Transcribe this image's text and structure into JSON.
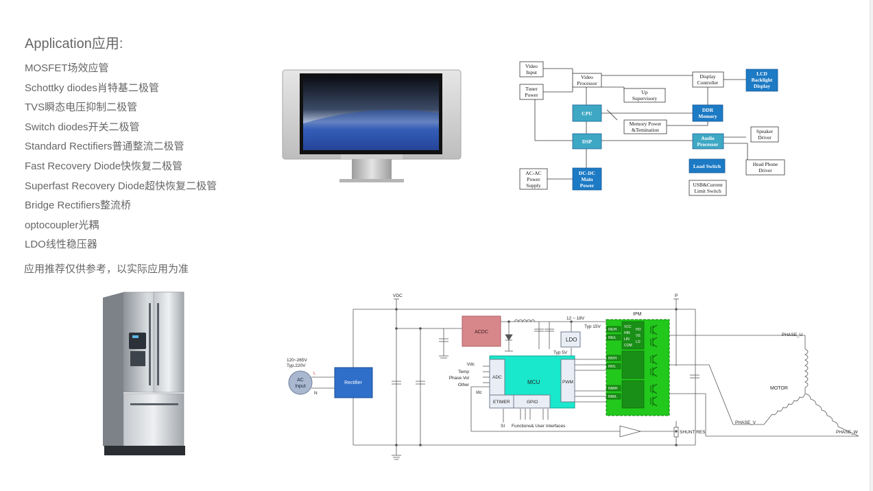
{
  "application": {
    "title": "Application应用:",
    "items": [
      "MOSFET场效应管",
      "Schottky diodes肖特基二极管",
      "TVS瞬态电压抑制二极管",
      "Switch diodes开关二极管",
      "Standard Rectifiers普通整流二极管",
      "Fast Recovery Diode快恢复二极管",
      "Superfast Recovery Diode超快恢复二极管",
      "Bridge Rectifiers整流桥",
      "optocoupler光耦",
      "LDO线性稳压器"
    ],
    "note": "应用推荐仅供参考，以实际应用为准"
  },
  "tv_block_diagram": {
    "video_input": [
      "Video",
      "Input"
    ],
    "video_processor": [
      "Video",
      "Processor"
    ],
    "display_controller": [
      "Display",
      "Controller"
    ],
    "lcd_display": [
      "LCD",
      "Backlight",
      "Display"
    ],
    "tuner_power": [
      "Tuner",
      "Power"
    ],
    "up_supervisory": [
      "Up",
      "Supervisory"
    ],
    "cpu": "CPU",
    "ddr_memory": [
      "DDR",
      "Memory"
    ],
    "memory_power": [
      "Memory Power",
      "&Temination"
    ],
    "dsp": "DSP",
    "audio_processor": [
      "Audio",
      "Processor"
    ],
    "speaker_driver": [
      "Speaker",
      "Driver"
    ],
    "ac_ac_power": [
      "AC-AC",
      "Power",
      "Supply"
    ],
    "dc_dc_power": [
      "DC-DC",
      "Main",
      "Power"
    ],
    "load_switch": "Load Switch",
    "head_phone_driver": [
      "Head Phone",
      "Driver"
    ],
    "usb_switch": [
      "USB&Current",
      "Limit Switch"
    ]
  },
  "motor_schematic": {
    "vdc": "VDC",
    "p": "P",
    "ac_input": [
      "AC",
      "Input"
    ],
    "input_range": [
      "120~265V",
      "Typ.220V"
    ],
    "line_l": "L",
    "line_n": "N",
    "rectifier": "Rectifier",
    "acdc": "ACDC",
    "range_12_18": "12 ~ 18V",
    "typ_15": "Typ 15V",
    "typ_5": "Typ 5V",
    "ldo": "LDO",
    "mcu": "MCU",
    "adc": "ADC",
    "pwm": "PWM",
    "etimer": "ETIMER",
    "gpio": "GPIO",
    "inputs": [
      "Vdc",
      "Temp",
      "Phase Vol",
      "Other"
    ],
    "idc": "Idc",
    "si": "SI",
    "functions": "Functions&  User Interfaces",
    "ipm": "IPM",
    "ipm_inputs": [
      "INUH",
      "INUL",
      "INVH",
      "INVL",
      "INWH",
      "INWL"
    ],
    "gate_pins": [
      "VCC",
      "HIN",
      "LIN",
      "COM",
      "HO",
      "VS",
      "LO"
    ],
    "phase_u": "PHASE_U",
    "phase_v": "PHASE_V",
    "phase_w": "PHASE_W",
    "motor": "MOTOR",
    "shunt": "SHUNT RES"
  },
  "colors": {
    "text_gray": "#666666",
    "block_blue": "#1d7ac4",
    "block_teal": "#3ea8c4",
    "rectifier_blue": "#2f6fc9",
    "acdc_rose": "#d7868a",
    "mcu_cyan": "#19e8cc",
    "ipm_green": "#22c81c"
  }
}
